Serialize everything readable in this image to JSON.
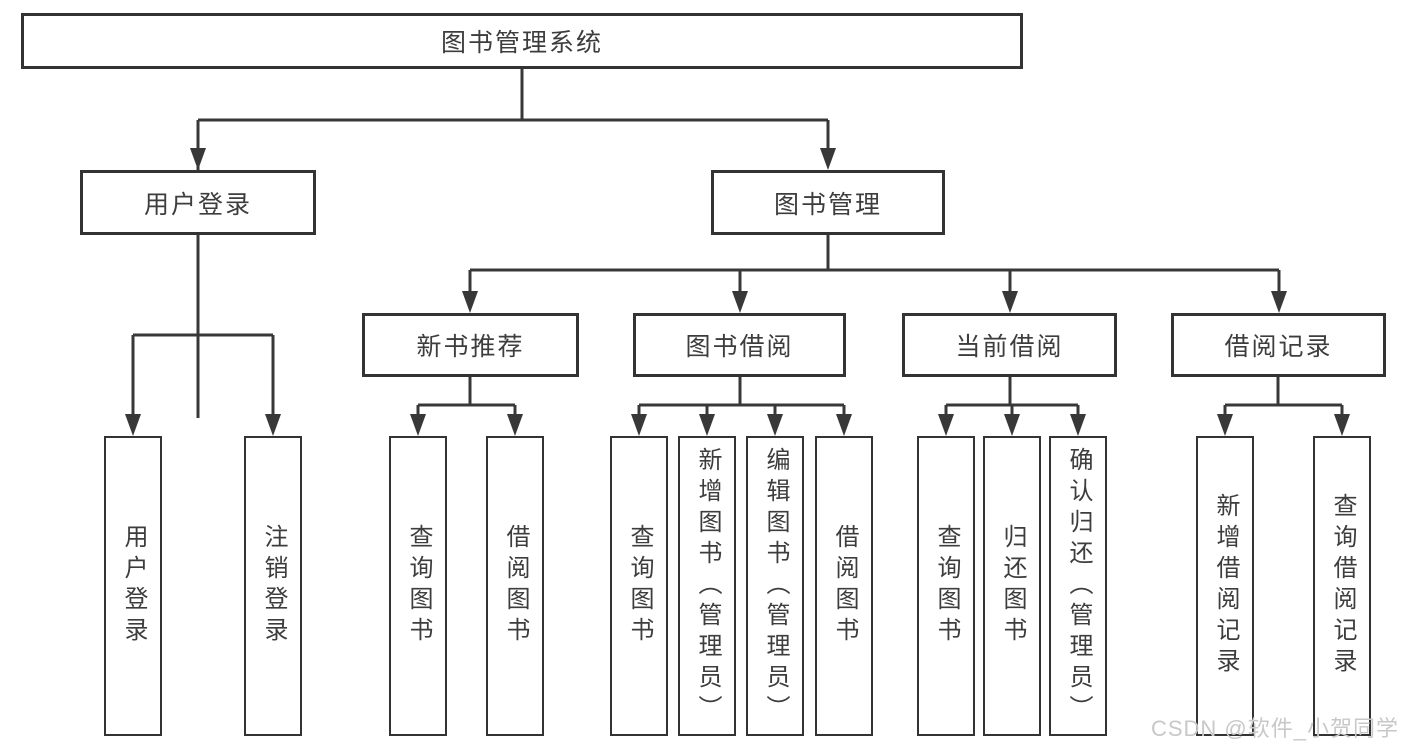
{
  "tree": {
    "root": {
      "label": "图书管理系统"
    },
    "branches": [
      {
        "label": "用户登录",
        "leaves": [
          {
            "label": "用户登录"
          },
          {
            "label": "注销登录"
          }
        ]
      },
      {
        "label": "图书管理",
        "children": [
          {
            "label": "新书推荐",
            "leaves": [
              {
                "label": "查询图书"
              },
              {
                "label": "借阅图书"
              }
            ]
          },
          {
            "label": "图书借阅",
            "leaves": [
              {
                "label": "查询图书"
              },
              {
                "label": "新增图书（管理员）"
              },
              {
                "label": "编辑图书（管理员）"
              },
              {
                "label": "借阅图书"
              }
            ]
          },
          {
            "label": "当前借阅",
            "leaves": [
              {
                "label": "查询图书"
              },
              {
                "label": "归还图书"
              },
              {
                "label": "确认归还（管理员）"
              }
            ]
          },
          {
            "label": "借阅记录",
            "leaves": [
              {
                "label": "新增借阅记录"
              },
              {
                "label": "查询借阅记录"
              }
            ]
          }
        ]
      }
    ]
  },
  "watermark": {
    "text": "CSDN @软件_小贺同学"
  },
  "colors": {
    "line": "#383838",
    "box_border": "#333333",
    "text": "#3d3d3d",
    "watermark": "#c8c8c8",
    "background": "#ffffff"
  }
}
